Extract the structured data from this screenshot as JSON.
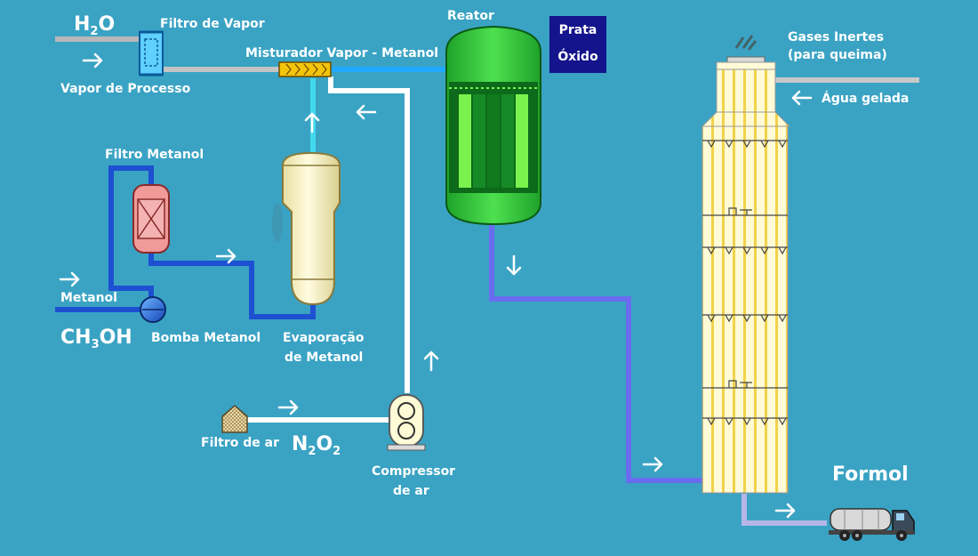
{
  "colors": {
    "background": "#3aa3c4",
    "steam_line": "#b8b8b8",
    "methanol_line": "#1e50d2",
    "air_line": "#ffffff",
    "vapor_line": "#44d8ee",
    "product_line": "#6a6cf0",
    "formol_line": "#b6b6e8",
    "reactor": "#33c83a",
    "catalyst_box": "#14148c",
    "vessel": "#f6f0c0",
    "filter": "#f09a9a"
  },
  "labels": {
    "h2o_main": "H",
    "h2o_sub": "2",
    "h2o_tail": "O",
    "filtro_vapor": "Filtro de Vapor",
    "vapor_processo": "Vapor de Processo",
    "misturador": "Misturador Vapor - Metanol",
    "reator": "Reator",
    "prata": "Prata",
    "oxido": "Óxido",
    "gases_1": "Gases Inertes",
    "gases_2": "(para queima)",
    "agua_gelada": "Água gelada",
    "filtro_metanol": "Filtro Metanol",
    "metanol": "Metanol",
    "ch3oh_a": "CH",
    "ch3oh_sub": "3",
    "ch3oh_b": "OH",
    "bomba": "Bomba Metanol",
    "evap_1": "Evaporação",
    "evap_2": "de Metanol",
    "filtro_ar": "Filtro de ar",
    "n2o2_a": "N",
    "n2o2_sub1": "2",
    "n2o2_b": "O",
    "n2o2_sub2": "2",
    "compressor_1": "Compressor",
    "compressor_2": "de ar",
    "formol": "Formol"
  }
}
